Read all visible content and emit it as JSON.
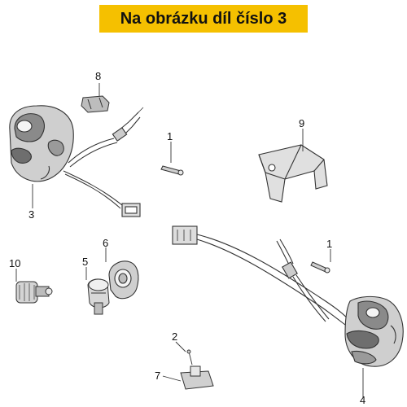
{
  "banner": {
    "text": "Na obrázku díl číslo 3",
    "color": "#f5c000"
  },
  "labels": [
    "8",
    "3",
    "1",
    "9",
    "6",
    "10",
    "5",
    "1",
    "2",
    "7",
    "4"
  ],
  "line_color": "#333333"
}
